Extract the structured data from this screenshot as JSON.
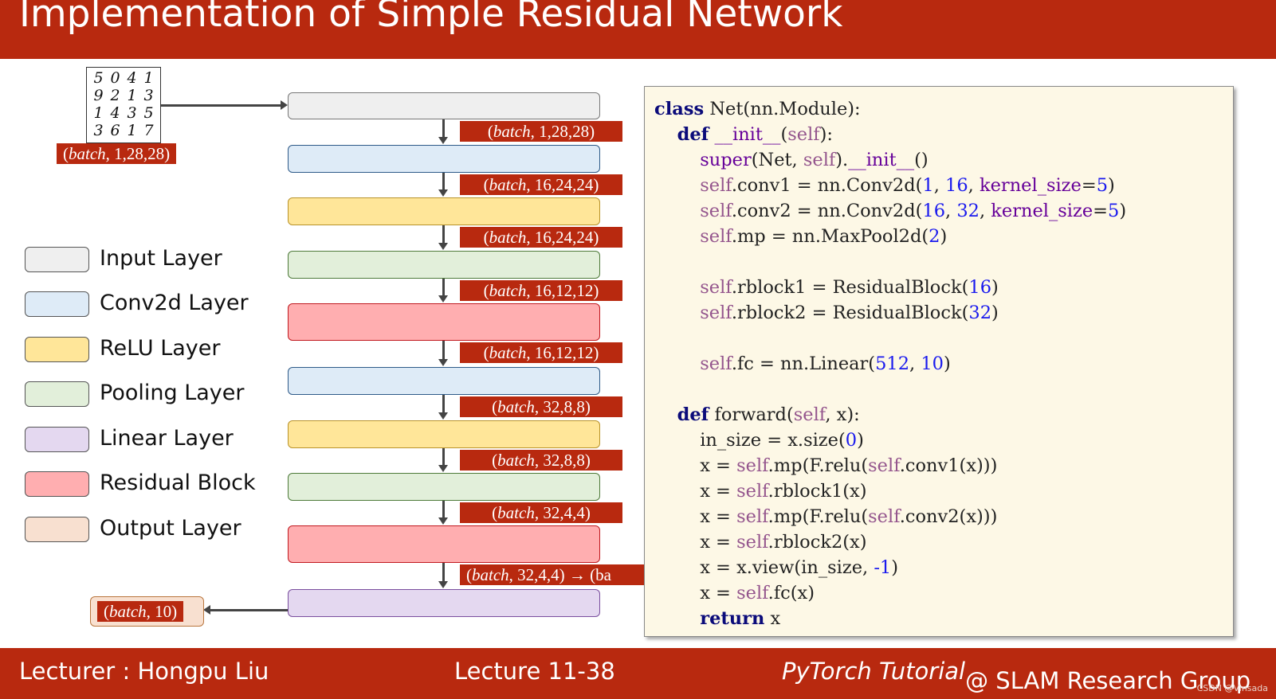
{
  "title": "Implementation of Simple Residual Network",
  "footer": {
    "lecturer": "Lecturer : Hongpu Liu",
    "lecture": "Lecture 11-38",
    "group_italic": "PyTorch Tutorial",
    "group_rest": " @ SLAM Research Group",
    "watermark": "CSDN @Vinsada"
  },
  "input_image": {
    "rows": [
      [
        "5",
        "0",
        "4",
        "1"
      ],
      [
        "9",
        "2",
        "1",
        "3"
      ],
      [
        "1",
        "4",
        "3",
        "5"
      ],
      [
        "3",
        "6",
        "1",
        "7"
      ]
    ],
    "shape": {
      "var": "batch",
      "dims": ", 1,28,28)"
    }
  },
  "colors": {
    "input": "#efefef",
    "conv": "#deebf7",
    "relu": "#ffe699",
    "pool": "#e2efda",
    "linear": "#e4d8f0",
    "residual": "#ffaeb0",
    "output": "#f8e0d0",
    "accent": "#b8290f"
  },
  "layers": [
    {
      "type": "input"
    },
    {
      "type": "conv"
    },
    {
      "type": "relu"
    },
    {
      "type": "pool"
    },
    {
      "type": "residual"
    },
    {
      "type": "conv"
    },
    {
      "type": "relu"
    },
    {
      "type": "pool"
    },
    {
      "type": "residual"
    },
    {
      "type": "linear"
    }
  ],
  "shapes": [
    {
      "var": "batch",
      "dims": ", 1,28,28)"
    },
    {
      "var": "batch",
      "dims": ", 16,24,24)"
    },
    {
      "var": "batch",
      "dims": ", 16,24,24)"
    },
    {
      "var": "batch",
      "dims": ", 16,12,12)"
    },
    {
      "var": "batch",
      "dims": ", 16,12,12)"
    },
    {
      "var": "batch",
      "dims": ", 32,8,8)"
    },
    {
      "var": "batch",
      "dims": ", 32,8,8)"
    },
    {
      "var": "batch",
      "dims": ", 32,4,4)"
    },
    {
      "var": "batch",
      "dims": ", 32,4,4) → (ba"
    }
  ],
  "output": {
    "var": "batch",
    "dims": ", 10)"
  },
  "legend": [
    {
      "label": "Input Layer",
      "type": "input"
    },
    {
      "label": "Conv2d Layer",
      "type": "conv"
    },
    {
      "label": "ReLU Layer",
      "type": "relu"
    },
    {
      "label": "Pooling Layer",
      "type": "pool"
    },
    {
      "label": "Linear Layer",
      "type": "linear"
    },
    {
      "label": "Residual Block",
      "type": "residual"
    },
    {
      "label": "Output Layer",
      "type": "output"
    }
  ],
  "code": [
    [
      [
        "kw",
        "class"
      ],
      [
        "t",
        " Net(nn.Module):"
      ]
    ],
    [
      [
        "t",
        "    "
      ],
      [
        "kw",
        "def"
      ],
      [
        "t",
        " "
      ],
      [
        "bi",
        "__init__"
      ],
      [
        "t",
        "("
      ],
      [
        "sf",
        "self"
      ],
      [
        "t",
        "):"
      ]
    ],
    [
      [
        "t",
        "        "
      ],
      [
        "bi",
        "super"
      ],
      [
        "t",
        "(Net, "
      ],
      [
        "sf",
        "self"
      ],
      [
        "t",
        ")."
      ],
      [
        "bi",
        "__init__"
      ],
      [
        "t",
        "()"
      ]
    ],
    [
      [
        "t",
        "        "
      ],
      [
        "sf",
        "self"
      ],
      [
        "t",
        ".conv1 = nn.Conv2d("
      ],
      [
        "nm",
        "1"
      ],
      [
        "t",
        ", "
      ],
      [
        "nm",
        "16"
      ],
      [
        "t",
        ", "
      ],
      [
        "kwa",
        "kernel_size"
      ],
      [
        "t",
        "="
      ],
      [
        "nm",
        "5"
      ],
      [
        "t",
        ")"
      ]
    ],
    [
      [
        "t",
        "        "
      ],
      [
        "sf",
        "self"
      ],
      [
        "t",
        ".conv2 = nn.Conv2d("
      ],
      [
        "nm",
        "16"
      ],
      [
        "t",
        ", "
      ],
      [
        "nm",
        "32"
      ],
      [
        "t",
        ", "
      ],
      [
        "kwa",
        "kernel_size"
      ],
      [
        "t",
        "="
      ],
      [
        "nm",
        "5"
      ],
      [
        "t",
        ")"
      ]
    ],
    [
      [
        "t",
        "        "
      ],
      [
        "sf",
        "self"
      ],
      [
        "t",
        ".mp = nn.MaxPool2d("
      ],
      [
        "nm",
        "2"
      ],
      [
        "t",
        ")"
      ]
    ],
    [],
    [
      [
        "t",
        "        "
      ],
      [
        "sf",
        "self"
      ],
      [
        "t",
        ".rblock1 = ResidualBlock("
      ],
      [
        "nm",
        "16"
      ],
      [
        "t",
        ")"
      ]
    ],
    [
      [
        "t",
        "        "
      ],
      [
        "sf",
        "self"
      ],
      [
        "t",
        ".rblock2 = ResidualBlock("
      ],
      [
        "nm",
        "32"
      ],
      [
        "t",
        ")"
      ]
    ],
    [],
    [
      [
        "t",
        "        "
      ],
      [
        "sf",
        "self"
      ],
      [
        "t",
        ".fc = nn.Linear("
      ],
      [
        "nm",
        "512"
      ],
      [
        "t",
        ", "
      ],
      [
        "nm",
        "10"
      ],
      [
        "t",
        ")"
      ]
    ],
    [],
    [
      [
        "t",
        "    "
      ],
      [
        "kw",
        "def"
      ],
      [
        "t",
        " forward("
      ],
      [
        "sf",
        "self"
      ],
      [
        "t",
        ", x):"
      ]
    ],
    [
      [
        "t",
        "        in_size = x.size("
      ],
      [
        "nm",
        "0"
      ],
      [
        "t",
        ")"
      ]
    ],
    [
      [
        "t",
        "        x = "
      ],
      [
        "sf",
        "self"
      ],
      [
        "t",
        ".mp(F.relu("
      ],
      [
        "sf",
        "self"
      ],
      [
        "t",
        ".conv1(x)))"
      ]
    ],
    [
      [
        "t",
        "        x = "
      ],
      [
        "sf",
        "self"
      ],
      [
        "t",
        ".rblock1(x)"
      ]
    ],
    [
      [
        "t",
        "        x = "
      ],
      [
        "sf",
        "self"
      ],
      [
        "t",
        ".mp(F.relu("
      ],
      [
        "sf",
        "self"
      ],
      [
        "t",
        ".conv2(x)))"
      ]
    ],
    [
      [
        "t",
        "        x = "
      ],
      [
        "sf",
        "self"
      ],
      [
        "t",
        ".rblock2(x)"
      ]
    ],
    [
      [
        "t",
        "        x = x.view(in_size, "
      ],
      [
        "nm",
        "-1"
      ],
      [
        "t",
        ")"
      ]
    ],
    [
      [
        "t",
        "        x = "
      ],
      [
        "sf",
        "self"
      ],
      [
        "t",
        ".fc(x)"
      ]
    ],
    [
      [
        "t",
        "        "
      ],
      [
        "kw",
        "return"
      ],
      [
        "t",
        " x"
      ]
    ]
  ]
}
